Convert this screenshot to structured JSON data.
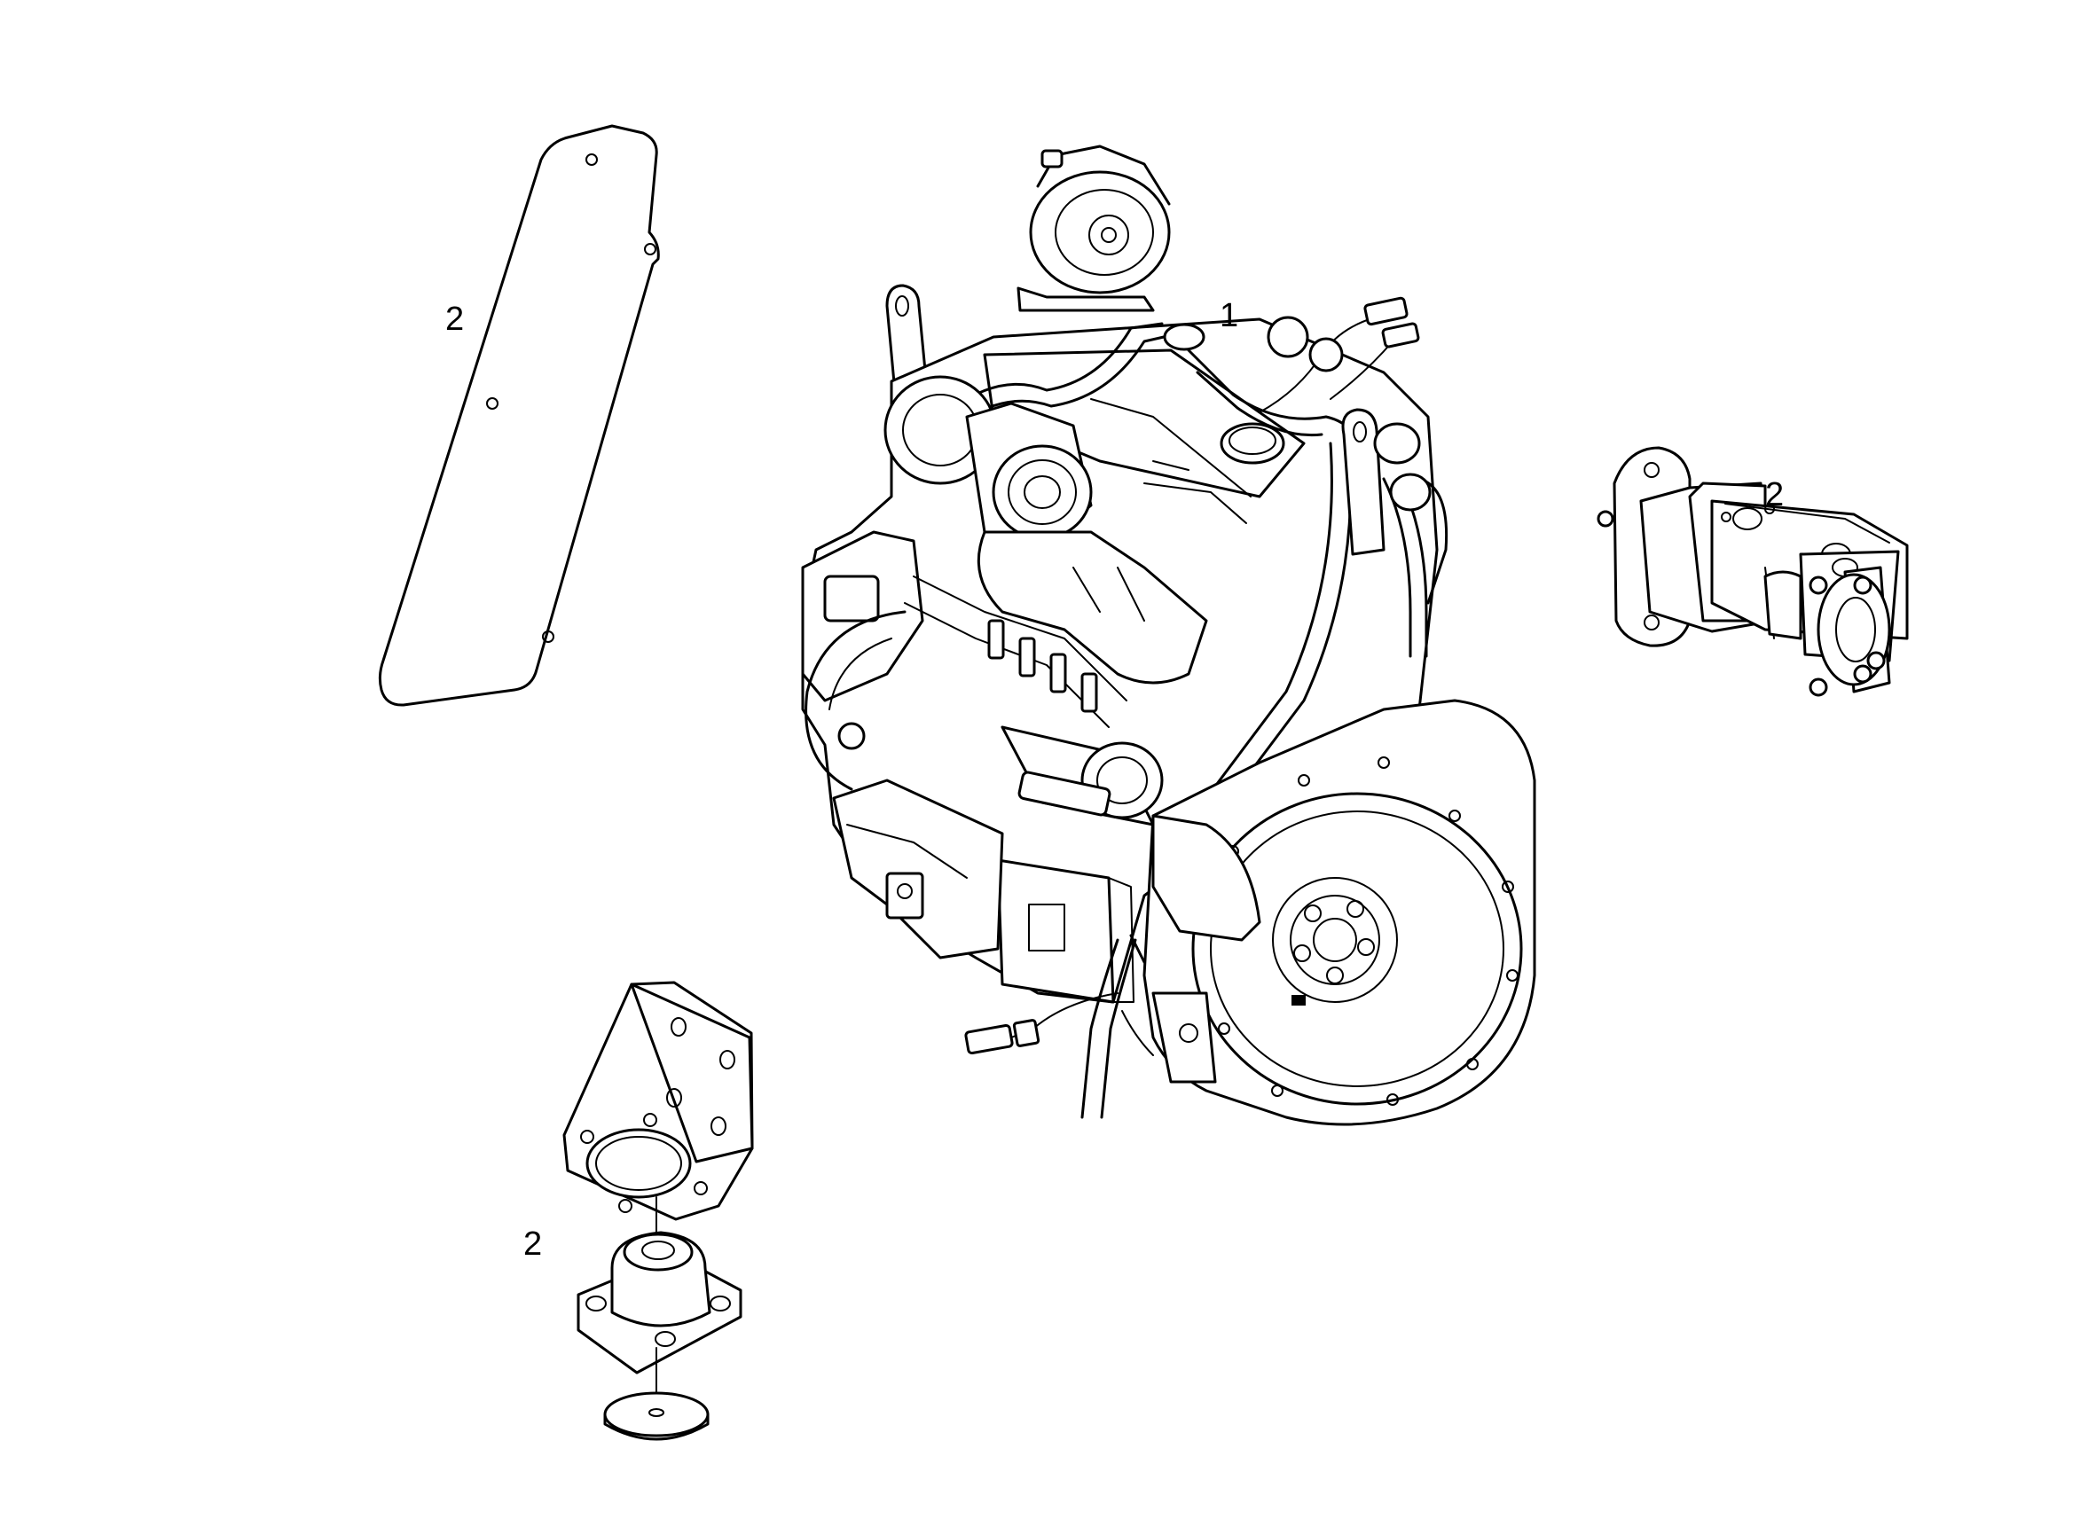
{
  "diagram": {
    "callouts": {
      "engine_assembly": "1",
      "gasket": "2",
      "hydraulic_pump": "2",
      "engine_mount": "2"
    }
  }
}
